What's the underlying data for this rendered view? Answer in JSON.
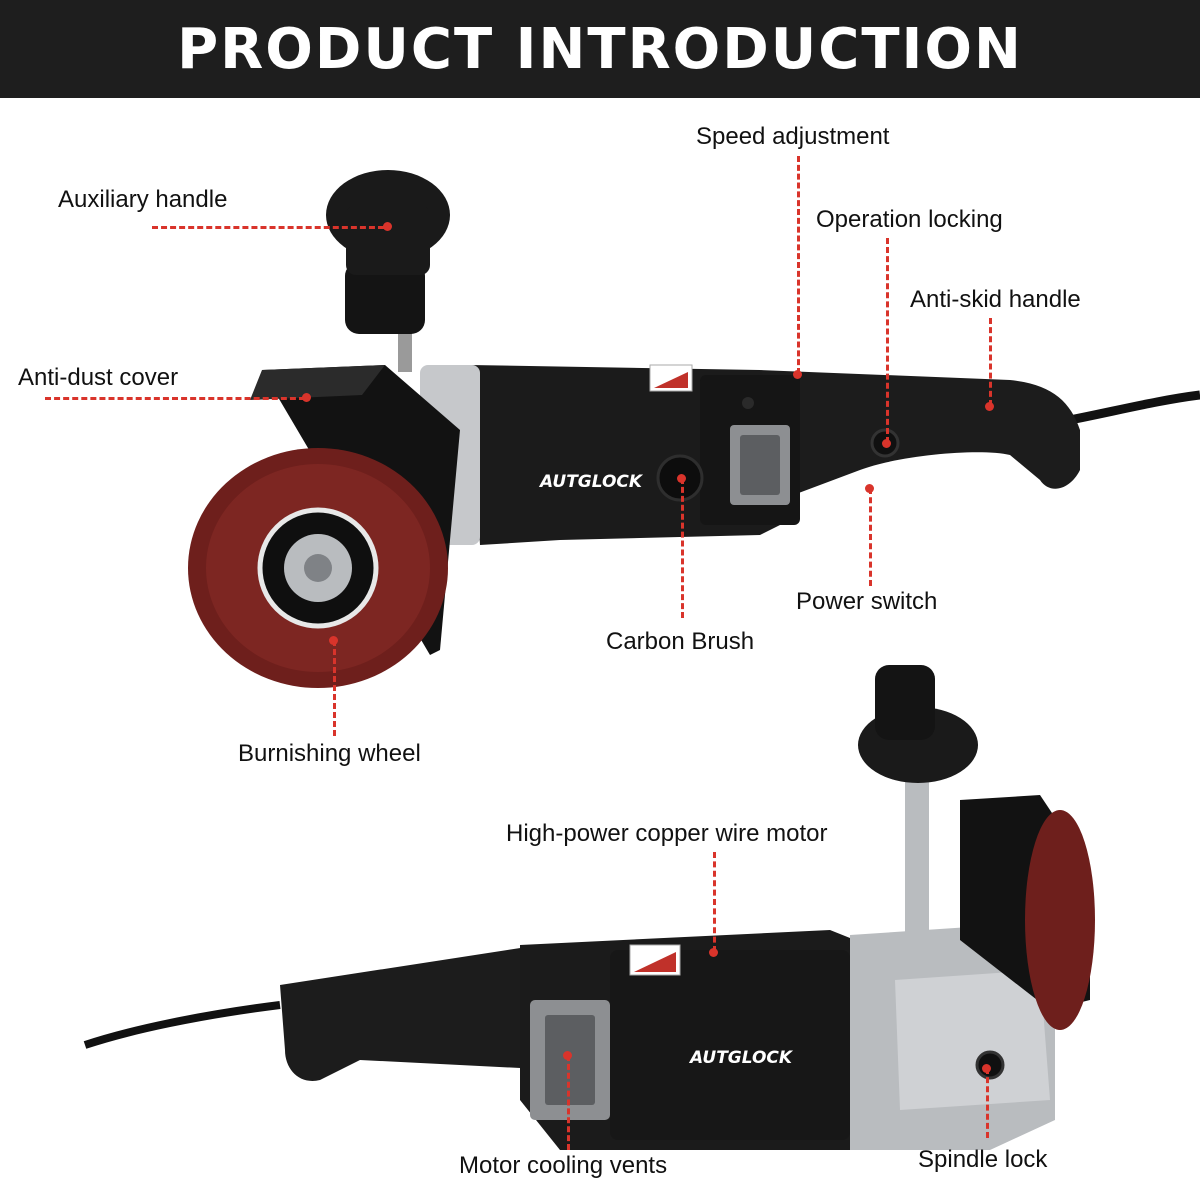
{
  "header": {
    "title": "PRODUCT INTRODUCTION"
  },
  "brand": {
    "logo_text": "AUTGLOCK"
  },
  "colors": {
    "banner_bg": "#1e1e1e",
    "leader": "#d9342b",
    "wheel": "#6e1f1c",
    "body": "#1b1b1b",
    "metal": "#b9bcbf"
  },
  "tool_top": {
    "labels": {
      "auxiliary_handle": "Auxiliary handle",
      "anti_dust_cover": "Anti-dust cover",
      "burnishing_wheel": "Burnishing wheel",
      "carbon_brush": "Carbon Brush",
      "speed_adjustment": "Speed adjustment",
      "operation_locking": "Operation locking",
      "anti_skid_handle": "Anti-skid handle",
      "power_switch": "Power switch"
    }
  },
  "tool_bottom": {
    "labels": {
      "motor": "High-power copper wire motor",
      "cooling_vents": "Motor cooling vents",
      "spindle_lock": "Spindle lock"
    }
  }
}
